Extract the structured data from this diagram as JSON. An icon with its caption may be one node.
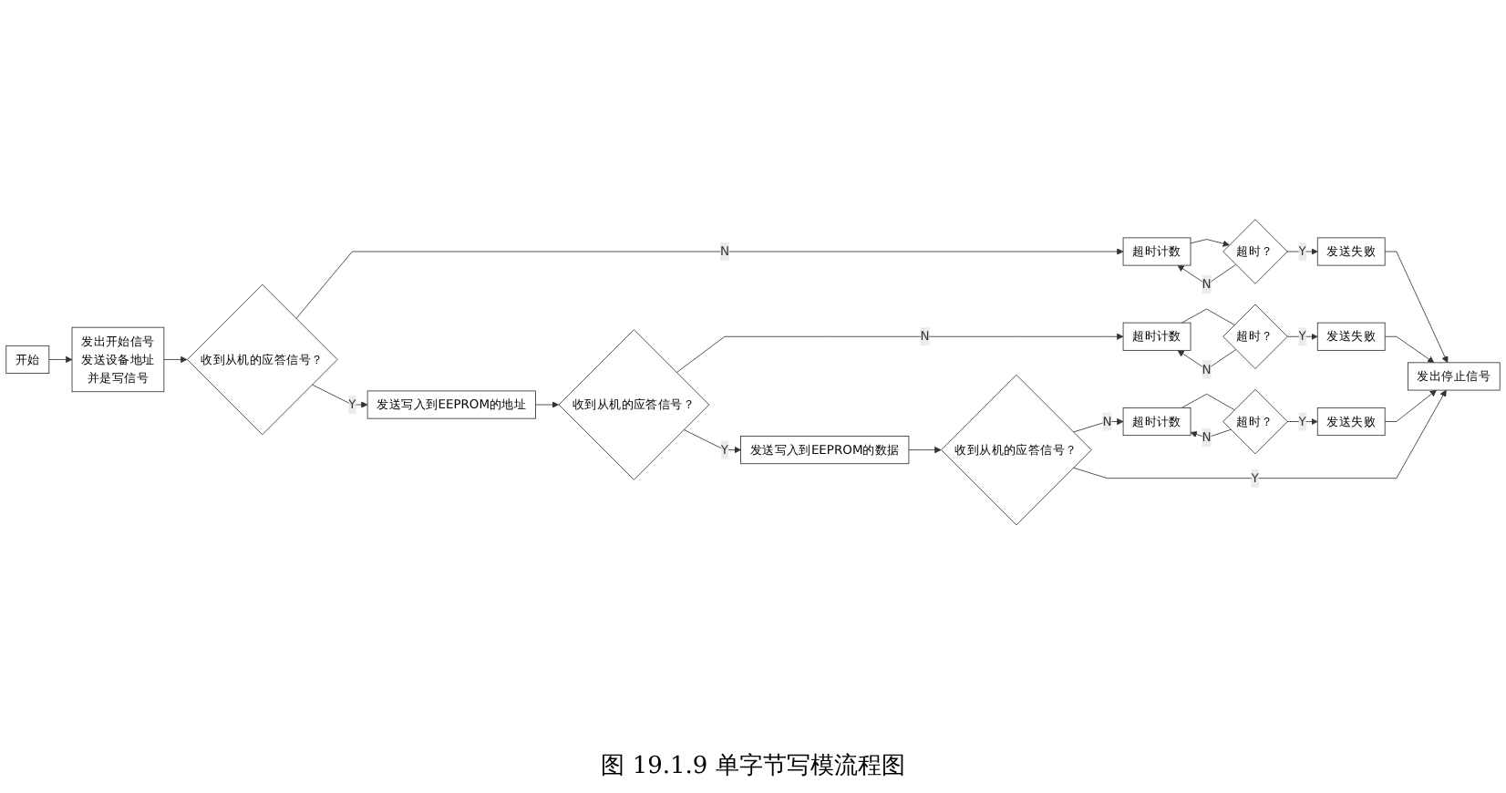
{
  "diagram": {
    "caption": "图 19.1.9 单字节写模流程图",
    "nodes": [
      {
        "text": [
          "开始"
        ]
      },
      {
        "text": [
          "发出开始信号",
          "发送设备地址",
          "并是写信号"
        ]
      },
      {
        "text": [
          "收到从机的应答信号？"
        ]
      },
      {
        "text": [
          "超时计数"
        ]
      },
      {
        "text": [
          "超时？"
        ]
      },
      {
        "text": [
          "发送失败"
        ]
      },
      {
        "text": [
          "发送写入到EEPROM的地址"
        ]
      },
      {
        "text": [
          "收到从机的应答信号？"
        ]
      },
      {
        "text": [
          "超时计数"
        ]
      },
      {
        "text": [
          "超时？"
        ]
      },
      {
        "text": [
          "发送失败"
        ]
      },
      {
        "text": [
          "发送写入到EEPROM的数据"
        ]
      },
      {
        "text": [
          "收到从机的应答信号？"
        ]
      },
      {
        "text": [
          "超时计数"
        ]
      },
      {
        "text": [
          "超时？"
        ]
      },
      {
        "text": [
          "发送失败"
        ]
      },
      {
        "text": [
          "发出停止信号"
        ]
      }
    ],
    "edges": [
      {
        "from": 0,
        "to": 1,
        "arrow": "to"
      },
      {
        "from": 1,
        "to": 2,
        "arrow": "to"
      },
      {
        "from": 2,
        "to": 3,
        "label": "N",
        "arrow": "to"
      },
      {
        "from": 3,
        "to": 4,
        "arrow": "to"
      },
      {
        "from": 4,
        "to": 5,
        "label": "Y",
        "arrow": "to"
      },
      {
        "from": 4,
        "to": 3,
        "label": "N",
        "arrow": "to"
      },
      {
        "from": 2,
        "to": 6,
        "label": "Y",
        "arrow": "to"
      },
      {
        "from": 6,
        "to": 7,
        "arrow": "to"
      },
      {
        "from": 7,
        "to": 8,
        "label": "N",
        "arrow": "to"
      },
      {
        "from": 8,
        "to": 9,
        "arrow": "none"
      },
      {
        "from": 9,
        "to": 10,
        "label": "Y",
        "arrow": "to"
      },
      {
        "from": 9,
        "to": 8,
        "label": "N",
        "arrow": "to"
      },
      {
        "from": 7,
        "to": 11,
        "label": "Y",
        "arrow": "to"
      },
      {
        "from": 11,
        "to": 12,
        "arrow": "to"
      },
      {
        "from": 12,
        "to": 13,
        "label": "N",
        "arrow": "to"
      },
      {
        "from": 13,
        "to": 14,
        "arrow": "none"
      },
      {
        "from": 14,
        "to": 15,
        "label": "Y",
        "arrow": "to"
      },
      {
        "from": 14,
        "to": 13,
        "label": "N",
        "arrow": "to"
      },
      {
        "from": 12,
        "to": 16,
        "label": "Y",
        "arrow": "to"
      },
      {
        "from": 5,
        "to": 16,
        "arrow": "to"
      },
      {
        "from": 10,
        "to": 16,
        "arrow": "to"
      },
      {
        "from": 15,
        "to": 16,
        "arrow": "to"
      }
    ]
  }
}
